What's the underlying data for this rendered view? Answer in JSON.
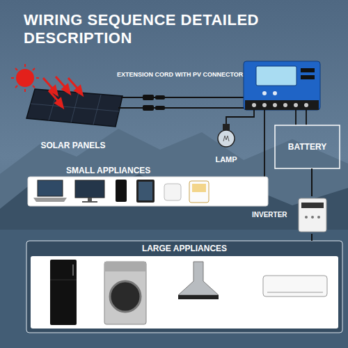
{
  "diagram": {
    "title": "WIRING SEQUENCE DETAILED DESCRIPTION",
    "nodes": [
      {
        "text": [
          "SOLAR PANELS"
        ]
      },
      {
        "text": [
          "LAMP"
        ]
      },
      {
        "text": [
          "BATTERY"
        ]
      },
      {
        "text": [
          "SMALL APPLIANCES"
        ]
      },
      {
        "text": [
          "INVERTER"
        ]
      },
      {
        "text": [
          "LARGE APPLIANCES"
        ]
      }
    ],
    "edges": [
      {
        "from": 2,
        "to": 4,
        "arrow": "none"
      },
      {
        "from": 4,
        "to": 5,
        "arrow": "none"
      }
    ],
    "labels": [
      "EXTENSION CORD WITH PV CONNECTOR"
    ]
  }
}
